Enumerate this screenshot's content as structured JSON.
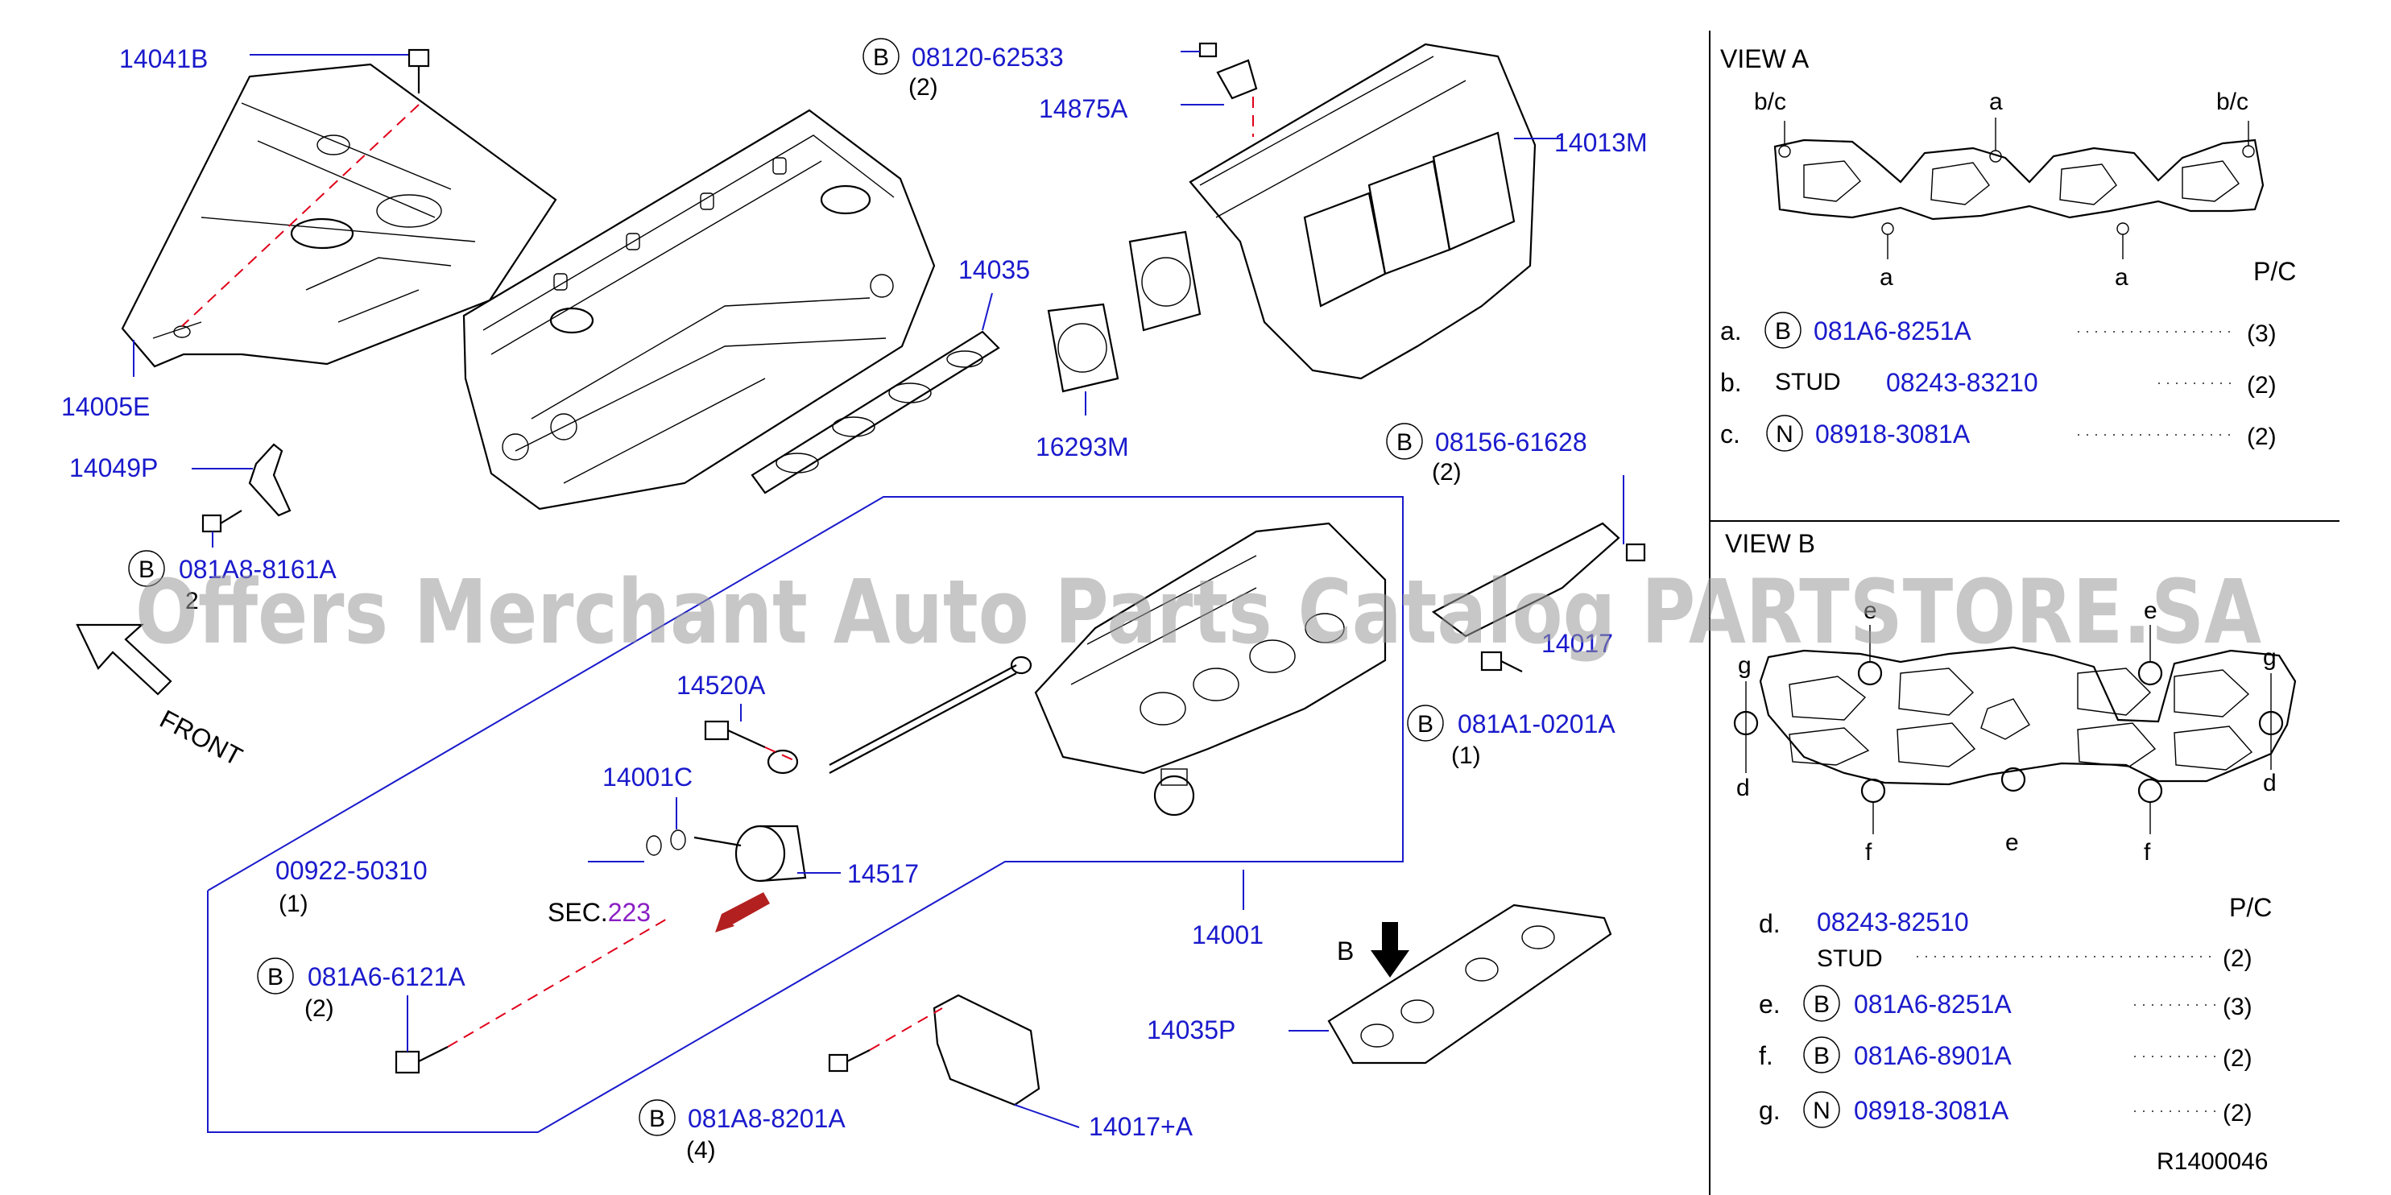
{
  "labels": {
    "p14041B": "14041B",
    "p14005E": "14005E",
    "p14049P": "14049P",
    "b_081A8_8161A": "081A8-8161A",
    "qty_2_a": "2",
    "front": "FRONT",
    "b_08120_62533": "08120-62533",
    "qty_08120": "(2)",
    "p14875A": "14875A",
    "p14013M": "14013M",
    "p14035": "14035",
    "p16293M": "16293M",
    "b_08156_61628": "08156-61628",
    "qty_08156": "(2)",
    "p14017": "14017",
    "b_081A1_0201A": "081A1-0201A",
    "qty_081A1": "(1)",
    "p14520A": "14520A",
    "p14001C": "14001C",
    "p00922_50310": "00922-50310",
    "qty_00922": "(1)",
    "p14517": "14517",
    "sec_prefix": "SEC.",
    "sec_num": "223",
    "p14001": "14001",
    "b_081A6_6121A": "081A6-6121A",
    "qty_081A6_6121A": "(2)",
    "b_081A8_8201A": "081A8-8201A",
    "qty_081A8_8201A": "(4)",
    "p14017A": "14017+A",
    "p14035P": "14035P",
    "arrowB": "B",
    "circ_B": "B",
    "circ_N": "N"
  },
  "viewA": {
    "title": "VIEW  A",
    "pc": "P/C",
    "tags": [
      "b/c",
      "a",
      "b/c",
      "a",
      "a"
    ],
    "rows": [
      {
        "key": "a.",
        "prefix": "B",
        "part": "081A6-8251A",
        "qty": "(3)"
      },
      {
        "key": "b.",
        "prefix": "STUD",
        "part": "08243-83210",
        "qty": "(2)"
      },
      {
        "key": "c.",
        "prefix": "N",
        "part": "08918-3081A",
        "qty": "(2)"
      }
    ]
  },
  "viewB": {
    "title": "VIEW  B",
    "pc": "P/C",
    "tags": [
      "e",
      "e",
      "g",
      "g",
      "d",
      "d",
      "f",
      "e",
      "f"
    ],
    "rows": [
      {
        "key": "d.",
        "prefix": "",
        "part": "08243-82510",
        "sub": "STUD",
        "qty": "(2)"
      },
      {
        "key": "e.",
        "prefix": "B",
        "part": "081A6-8251A",
        "qty": "(3)"
      },
      {
        "key": "f.",
        "prefix": "B",
        "part": "081A6-8901A",
        "qty": "(2)"
      },
      {
        "key": "g.",
        "prefix": "N",
        "part": "08918-3081A",
        "qty": "(2)"
      }
    ]
  },
  "ref": "R1400046",
  "watermark": "Offers Merchant Auto Parts Catalog PARTSTORE.SA",
  "colors": {
    "label": "#1a1acc",
    "dash": "#e0001a",
    "sec": "#8a1fc4"
  }
}
